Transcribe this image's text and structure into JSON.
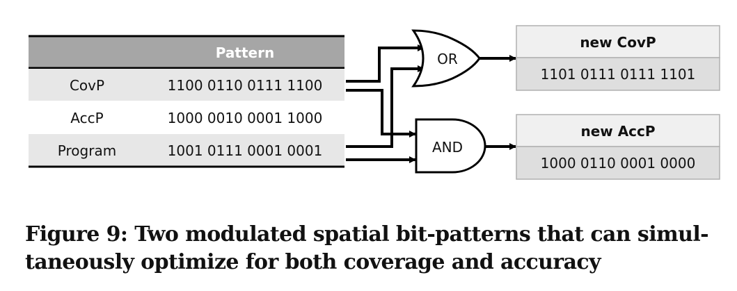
{
  "table": {
    "header": "Pattern",
    "rows": [
      {
        "label": "CovP",
        "value": "1100 0110 0111 1100"
      },
      {
        "label": "AccP",
        "value": "1000 0010 0001 1000"
      },
      {
        "label": "Program",
        "value": "1001 0111 0001 0001"
      }
    ]
  },
  "gates": {
    "or": "OR",
    "and": "AND"
  },
  "outputs": {
    "cov": {
      "title": "new CovP",
      "value": "1101 0111 0111 1101"
    },
    "acc": {
      "title": "new AccP",
      "value": "1000 0110 0001 0000"
    }
  },
  "caption": {
    "line1": "Figure 9: Two modulated spatial bit-patterns that can simul-",
    "line2": "taneously optimize for both coverage and accuracy"
  },
  "colors": {
    "header_bg": "#a6a6a6",
    "row_shade": "#e7e7e7",
    "box_title_bg": "#f0f0f0",
    "box_value_bg": "#dedede",
    "box_border": "#b0b0b0",
    "line": "#000000"
  }
}
